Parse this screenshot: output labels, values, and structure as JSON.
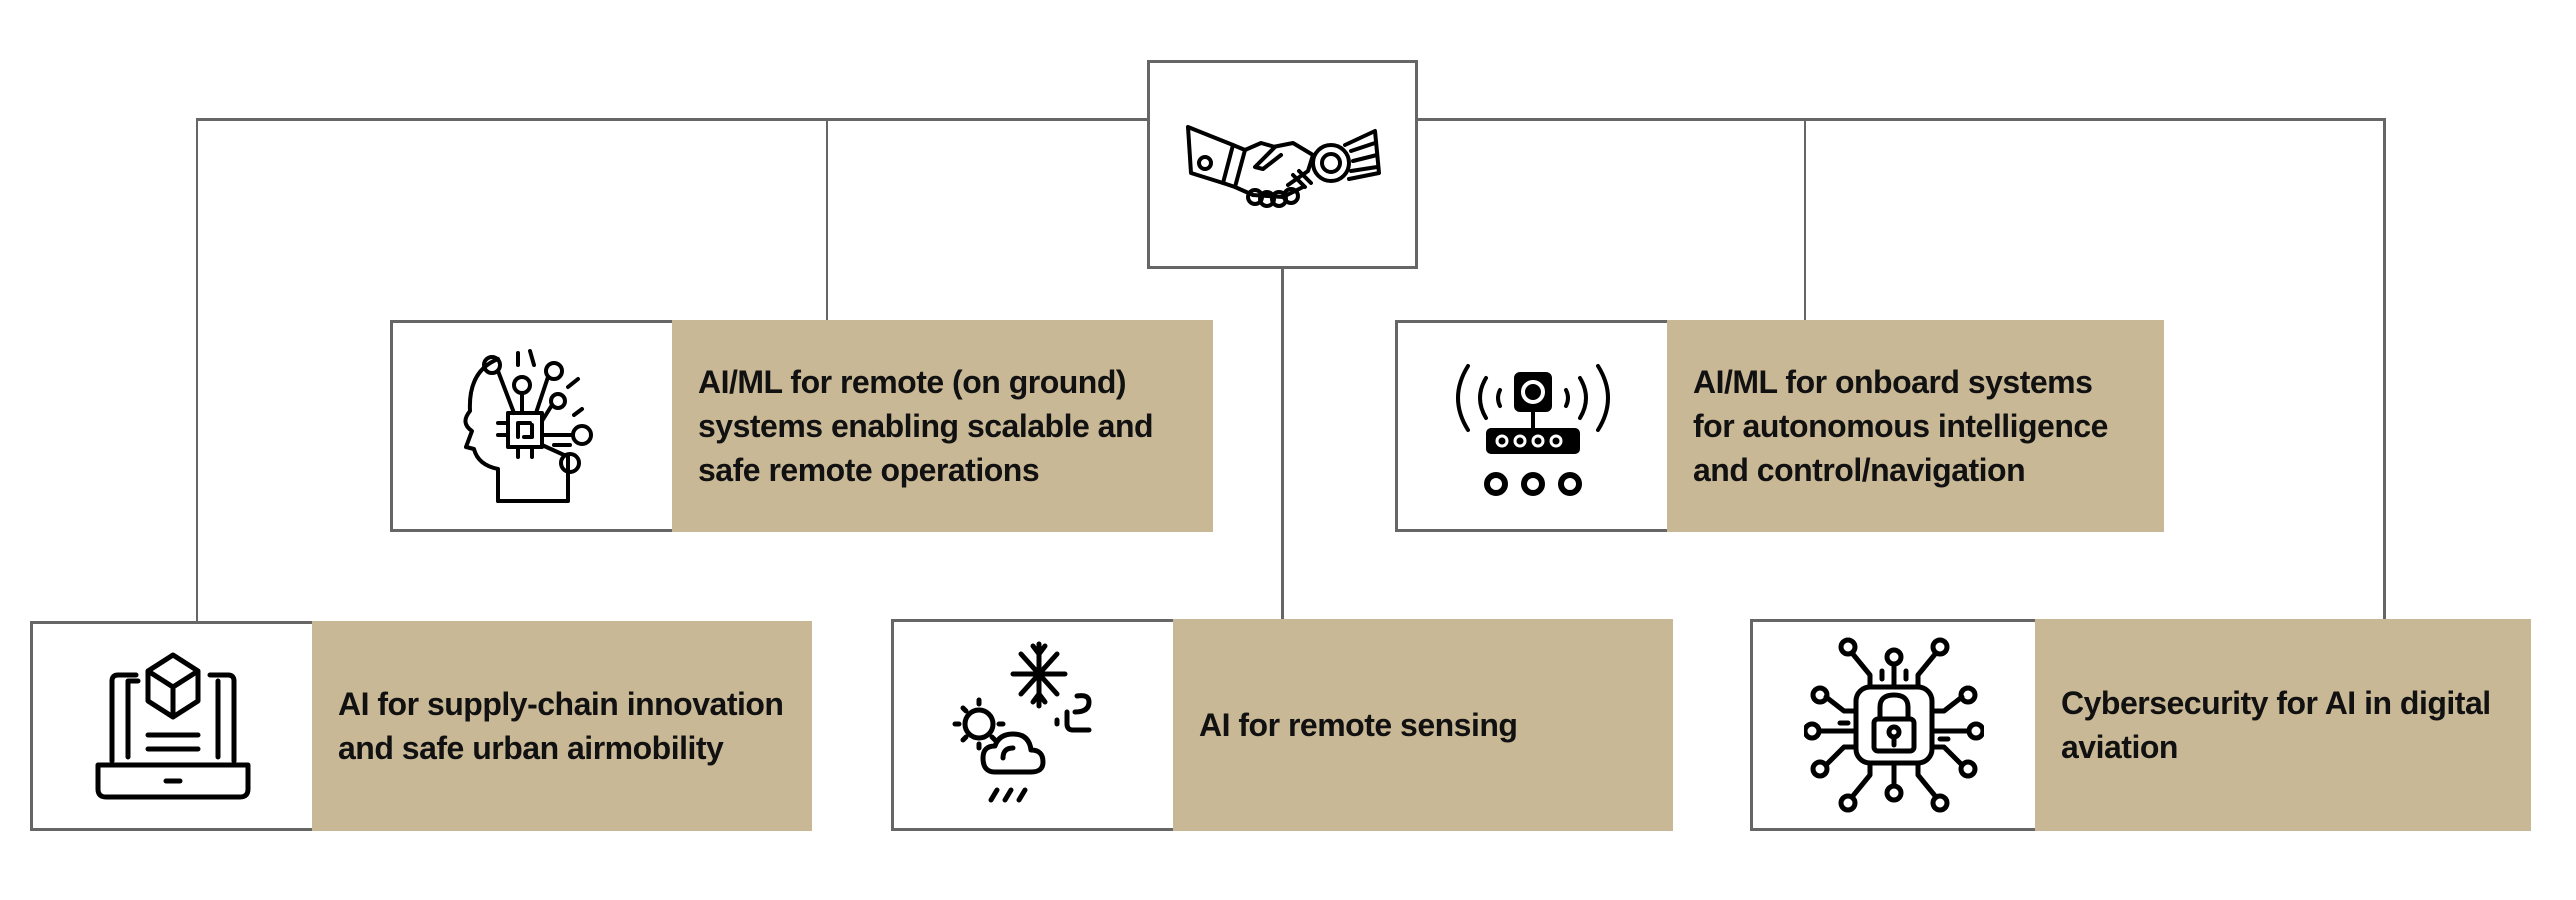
{
  "diagram": {
    "hub": {
      "icon": "robot-human-handshake-icon"
    },
    "colors": {
      "connector": "#666666",
      "card_fill": "#C9B896",
      "text": "#111111",
      "icon_box": "#FFFFFF"
    },
    "cards": [
      {
        "id": "remote-ground",
        "icon": "ai-head-chip-icon",
        "text": "AI/ML for remote (on ground) systems enabling scalable and safe remote operations"
      },
      {
        "id": "onboard",
        "icon": "autonomous-robot-sensor-icon",
        "text": "AI/ML for onboard systems for autonomous intelligence and control/navigation"
      },
      {
        "id": "supply-chain",
        "icon": "laptop-package-icon",
        "text": "AI for supply-chain innovation and safe urban airmobility"
      },
      {
        "id": "remote-sensing",
        "icon": "weather-sensing-icon",
        "text": "AI for remote sensing"
      },
      {
        "id": "cybersecurity",
        "icon": "circuit-lock-icon",
        "text": "Cybersecurity for AI in digital aviation"
      }
    ]
  }
}
